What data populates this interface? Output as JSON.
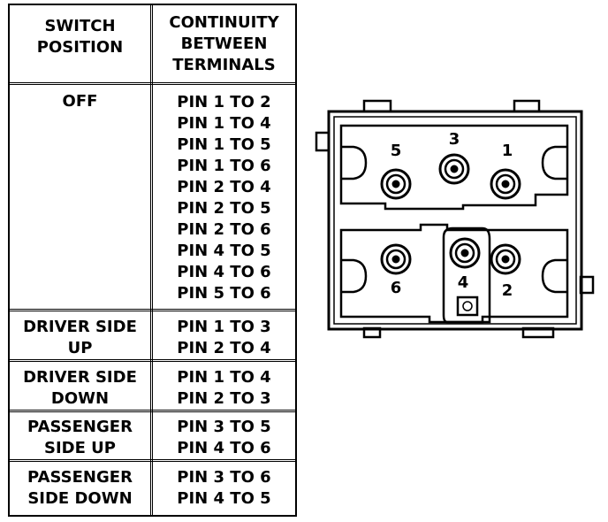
{
  "table": {
    "header": {
      "switch_position": [
        "SWITCH",
        "POSITION"
      ],
      "continuity": [
        "CONTINUITY",
        "BETWEEN",
        "TERMINALS"
      ]
    },
    "rows": [
      {
        "position": [
          "OFF"
        ],
        "pins": [
          "PIN 1 TO 2",
          "PIN 1 TO 4",
          "PIN 1 TO 5",
          "PIN 1 TO 6",
          "PIN 2 TO 4",
          "PIN 2 TO 5",
          "PIN 2 TO 6",
          "PIN 4 TO 5",
          "PIN 4 TO 6",
          "PIN 5 TO 6"
        ]
      },
      {
        "position": [
          "DRIVER SIDE",
          "UP"
        ],
        "pins": [
          "PIN 1 TO 3",
          "PIN 2 TO 4"
        ]
      },
      {
        "position": [
          "DRIVER SIDE",
          "DOWN"
        ],
        "pins": [
          "PIN 1 TO 4",
          "PIN 2 TO 3"
        ]
      },
      {
        "position": [
          "PASSENGER",
          "SIDE UP"
        ],
        "pins": [
          "PIN 3 TO 5",
          "PIN 4 TO 6"
        ]
      },
      {
        "position": [
          "PASSENGER",
          "SIDE DOWN"
        ],
        "pins": [
          "PIN 3 TO 6",
          "PIN 4 TO 5"
        ]
      }
    ]
  },
  "connector": {
    "pin_labels": {
      "p1": "1",
      "p2": "2",
      "p3": "3",
      "p4": "4",
      "p5": "5",
      "p6": "6"
    }
  }
}
